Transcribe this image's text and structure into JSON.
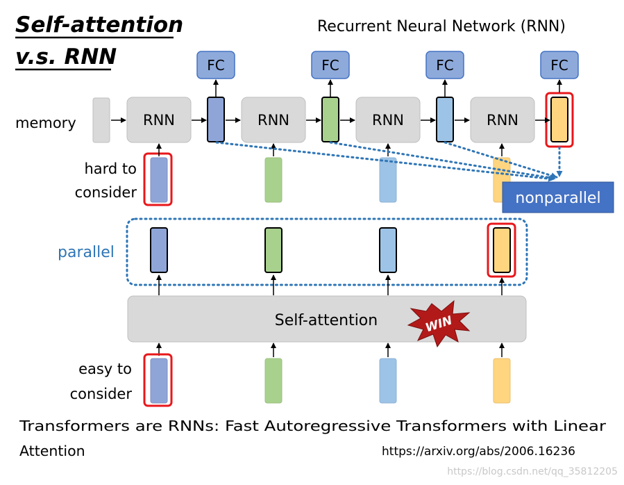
{
  "slide": {
    "title_line1": "Self-attention",
    "title_line2": "v.s. RNN",
    "rnn_heading": "Recurrent Neural Network (RNN)"
  },
  "labels": {
    "memory": "memory",
    "hard_line1": "hard to",
    "hard_line2": "consider",
    "parallel": "parallel",
    "easy_line1": "easy to",
    "easy_line2": "consider",
    "self_attention": "Self-attention",
    "win": "WIN",
    "nonparallel": "nonparallel"
  },
  "blocks": {
    "fc": [
      "FC",
      "FC",
      "FC",
      "FC"
    ],
    "rnn": [
      "RNN",
      "RNN",
      "RNN",
      "RNN"
    ]
  },
  "colors": {
    "token_blue": "#8fa5d8",
    "token_green": "#a9d18e",
    "token_lightblue": "#9dc3e6",
    "token_yellow": "#ffd580",
    "highlight_red": "#e8171b",
    "accent_blue": "#2e75b6",
    "fc_fill": "#8eaadb",
    "block_gray": "#d9d9d9"
  },
  "footer": {
    "paper_line1": "Transformers are RNNs: Fast Autoregressive Transformers with Linear",
    "paper_line2": "Attention",
    "url": "https://arxiv.org/abs/2006.16236",
    "watermark": "https://blog.csdn.net/qq_35812205"
  }
}
